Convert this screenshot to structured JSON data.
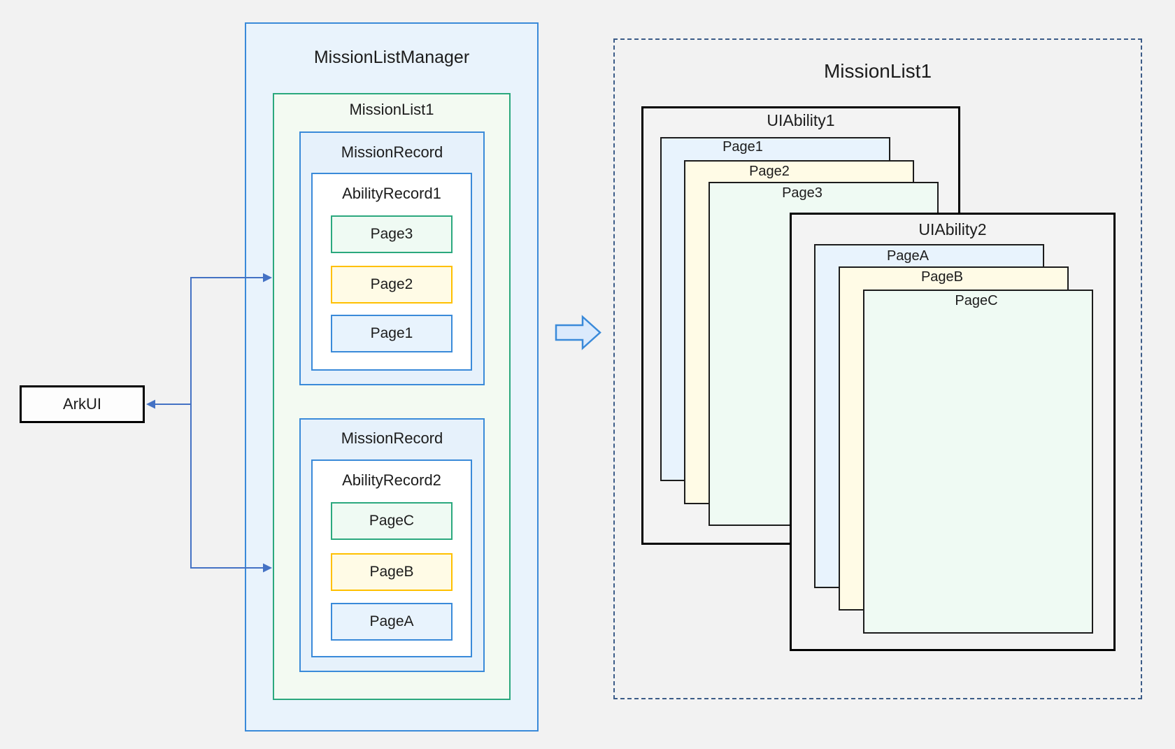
{
  "arkui": {
    "label": "ArkUI"
  },
  "manager": {
    "title": "MissionListManager"
  },
  "mission_list": {
    "title": "MissionList1"
  },
  "records": [
    {
      "title": "MissionRecord",
      "ability": "AbilityRecord1",
      "pages": [
        "Page3",
        "Page2",
        "Page1"
      ]
    },
    {
      "title": "MissionRecord",
      "ability": "AbilityRecord2",
      "pages": [
        "PageC",
        "PageB",
        "PageA"
      ]
    }
  ],
  "expanded": {
    "title": "MissionList1",
    "uiability1": {
      "title": "UIAbility1",
      "pages": [
        "Page1",
        "Page2",
        "Page3"
      ]
    },
    "uiability2": {
      "title": "UIAbility2",
      "pages": [
        "PageA",
        "PageB",
        "PageC"
      ]
    }
  },
  "colors": {
    "background": "#f2f2f2",
    "blue_border": "#3a8ad9",
    "green_border": "#2ba87e",
    "yellow_border": "#ffc000",
    "connector_blue": "#4472c4",
    "dashed_border": "#3c5c88",
    "black_border": "#000000"
  }
}
